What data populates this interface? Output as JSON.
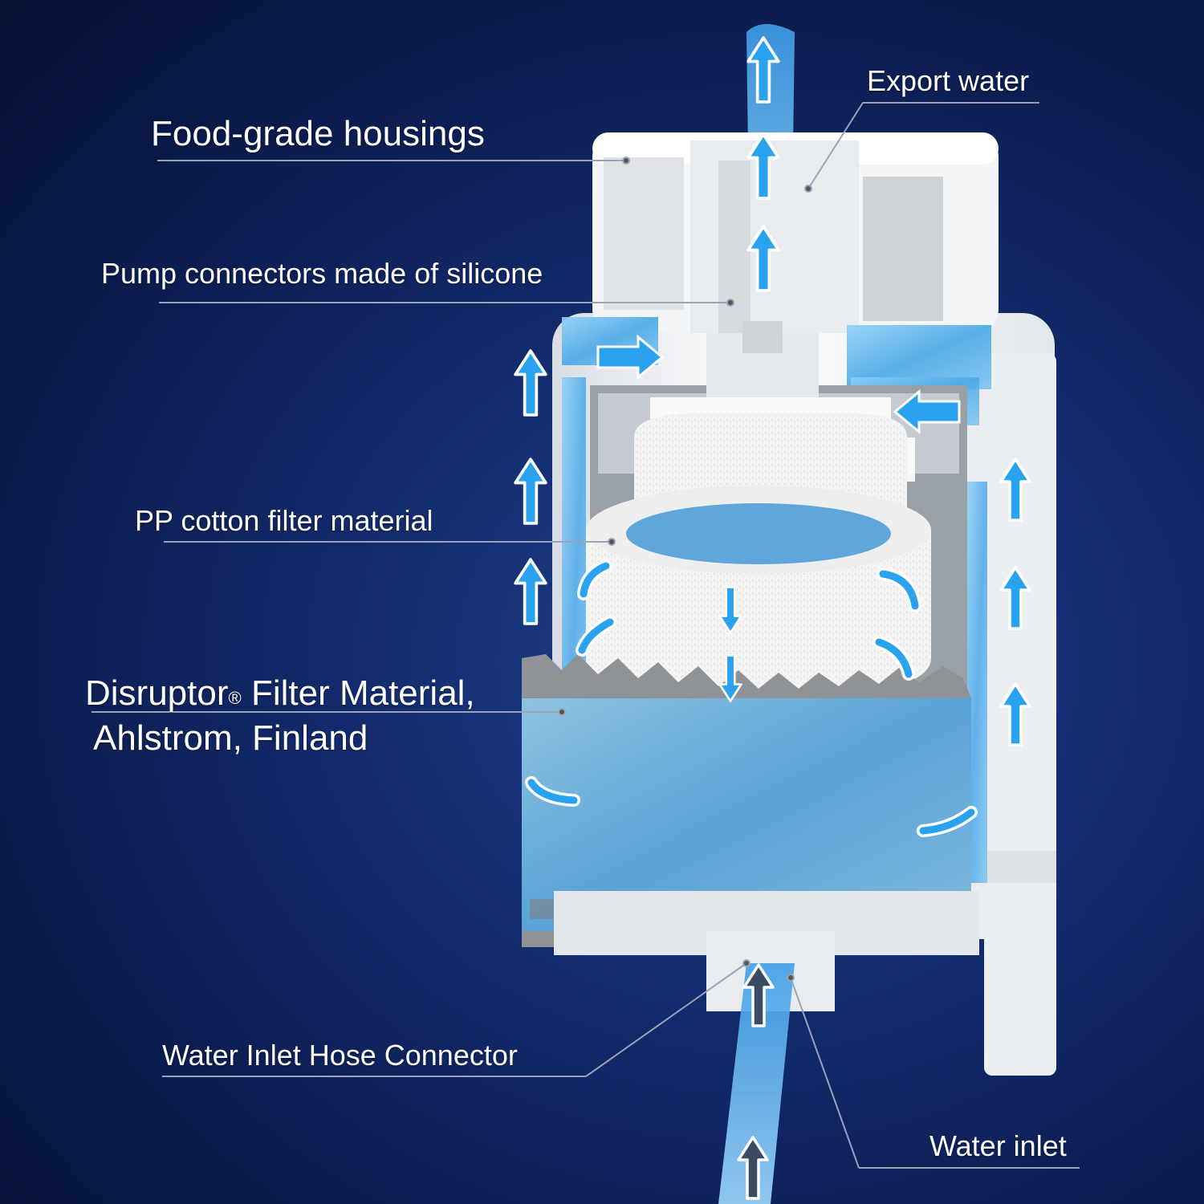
{
  "labels": {
    "housing": "Food-grade housings",
    "export": "Export water",
    "pump": "Pump connectors made of silicone",
    "pp": "PP cotton filter material",
    "disruptor_line1_name": "Disruptor",
    "disruptor_line1_mark": "®",
    "disruptor_line1_rest": " Filter Material,",
    "disruptor_line2": "Ahlstrom, Finland",
    "hose": "Water Inlet Hose Connector",
    "inlet": "Water inlet"
  },
  "colors": {
    "background": "#0a1a4a",
    "housing": "#f2f4f7",
    "water": "#4aa8e8",
    "arrow": "#29a3f0",
    "pleat": "#8f9296",
    "leader": "#9aa3b8"
  },
  "icons": [
    "up-arrow-icon",
    "right-arrow-icon",
    "left-arrow-icon",
    "down-arrow-icon",
    "curved-arrow-icon"
  ]
}
